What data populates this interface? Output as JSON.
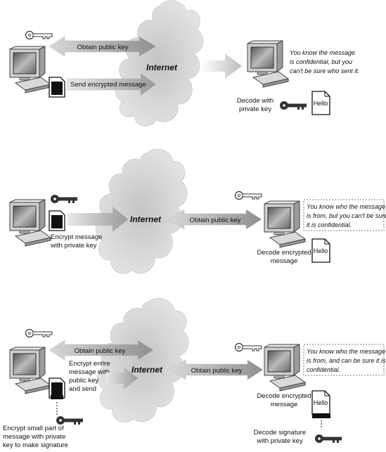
{
  "scenarios": [
    {
      "internet": "Internet",
      "obtain": "Obtain public key",
      "send": "Send encrypted message",
      "decode": [
        "Decode with",
        "private key"
      ],
      "note": [
        "You know the message",
        "is confidential, but you",
        "can't be sure who sent it."
      ],
      "doc": "Hello"
    },
    {
      "internet": "Internet",
      "obtain": "Obtain public key",
      "encrypt": [
        "Encrypt message",
        "with private key"
      ],
      "decode": [
        "Decode encrypted",
        "message"
      ],
      "note": [
        "You know who the message",
        "is from, but you can't be sure",
        "it is confidential."
      ],
      "doc": "Hello"
    },
    {
      "internet": "Internet",
      "obtain_left": "Obtain public key",
      "obtain_right": "Obtain public key",
      "encrypt": [
        "Encrypt entire",
        "message with",
        "public key",
        "and send"
      ],
      "sign": [
        "Encrypt small part of",
        "message with private",
        "key to make signature"
      ],
      "decode": [
        "Decode encrypted",
        "message"
      ],
      "decode_sig": [
        "Decode signature",
        "with private key"
      ],
      "note": [
        "You know who the message",
        "is from, and can be sure it is",
        "confidential."
      ],
      "doc": "Hello"
    }
  ]
}
